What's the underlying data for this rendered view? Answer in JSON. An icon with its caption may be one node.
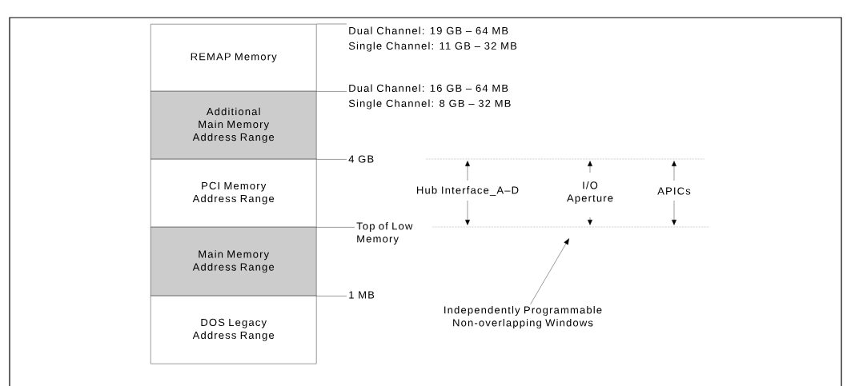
{
  "diagram": {
    "nodes": [
      {
        "text": [
          "REMAP Memory"
        ]
      },
      {
        "text": [
          "Additional Main Memory Address Range"
        ]
      },
      {
        "text": [
          "PCI Memory Address Range"
        ]
      },
      {
        "text": [
          "Main Memory Address Range"
        ]
      },
      {
        "text": [
          "DOS Legacy Address Range"
        ]
      },
      {
        "text": [
          "Dual Channel: 19 GB – 64 MB",
          "Single Channel: 11 GB – 32 MB"
        ]
      },
      {
        "text": [
          "Dual Channel: 16 GB – 64 MB",
          "Single Channel: 8 GB – 32 MB"
        ]
      },
      {
        "text": [
          "4 GB"
        ]
      },
      {
        "text": [
          "Top of Low Memory"
        ]
      },
      {
        "text": [
          "1 MB"
        ]
      },
      {
        "text": [
          "Independently Programmable Non-overlapping Windows"
        ]
      }
    ],
    "edges": [
      {
        "from": 5,
        "to": 0,
        "arrow": "none"
      },
      {
        "from": 6,
        "to": 0,
        "arrow": "none"
      },
      {
        "from": 7,
        "to": 1,
        "arrow": "none"
      },
      {
        "from": 8,
        "to": 2,
        "arrow": "none"
      },
      {
        "from": 9,
        "to": 3,
        "arrow": "none"
      },
      {
        "from": 10,
        "to": null,
        "arrow": "to"
      }
    ],
    "labels": [
      "Hub Interface_A–D",
      "I/O Aperture",
      "APICs"
    ]
  }
}
